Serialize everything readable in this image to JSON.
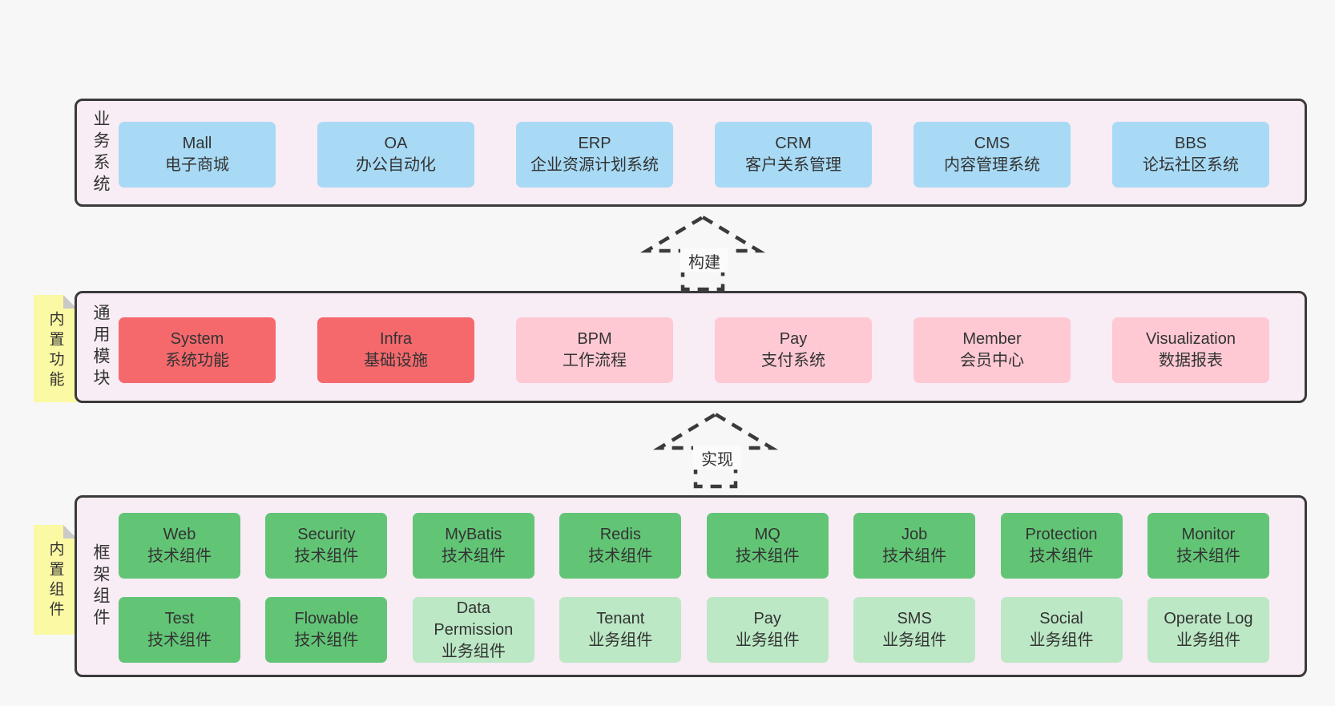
{
  "colors": {
    "page_bg": "#f7f7f7",
    "band_bg": "#f8ecf5",
    "band_border": "#3a3a3a",
    "text": "#333333",
    "blue_box": "#a8daf5",
    "red_box": "#f5696d",
    "pink_box": "#fec9d3",
    "green_box": "#62c576",
    "light_green_box": "#bce8c5",
    "sticky_yellow": "#fbf9a3",
    "sticky_fold": "#c9c9c9"
  },
  "bands": {
    "business": {
      "label": "业务系统",
      "boxes": [
        {
          "en": "Mall",
          "zh": "电子商城",
          "variant": "blue"
        },
        {
          "en": "OA",
          "zh": "办公自动化",
          "variant": "blue"
        },
        {
          "en": "ERP",
          "zh": "企业资源计划系统",
          "variant": "blue"
        },
        {
          "en": "CRM",
          "zh": "客户关系管理",
          "variant": "blue"
        },
        {
          "en": "CMS",
          "zh": "内容管理系统",
          "variant": "blue"
        },
        {
          "en": "BBS",
          "zh": "论坛社区系统",
          "variant": "blue"
        }
      ]
    },
    "modules": {
      "label": "通用模块",
      "sticky": "内置功能",
      "boxes": [
        {
          "en": "System",
          "zh": "系统功能",
          "variant": "red"
        },
        {
          "en": "Infra",
          "zh": "基础设施",
          "variant": "red"
        },
        {
          "en": "BPM",
          "zh": "工作流程",
          "variant": "pink"
        },
        {
          "en": "Pay",
          "zh": "支付系统",
          "variant": "pink"
        },
        {
          "en": "Member",
          "zh": "会员中心",
          "variant": "pink"
        },
        {
          "en": "Visualization",
          "zh": "数据报表",
          "variant": "pink"
        }
      ]
    },
    "components": {
      "label": "框架组件",
      "sticky": "内置组件",
      "row1": [
        {
          "en": "Web",
          "zh": "技术组件",
          "variant": "green"
        },
        {
          "en": "Security",
          "zh": "技术组件",
          "variant": "green"
        },
        {
          "en": "MyBatis",
          "zh": "技术组件",
          "variant": "green"
        },
        {
          "en": "Redis",
          "zh": "技术组件",
          "variant": "green"
        },
        {
          "en": "MQ",
          "zh": "技术组件",
          "variant": "green"
        },
        {
          "en": "Job",
          "zh": "技术组件",
          "variant": "green"
        },
        {
          "en": "Protection",
          "zh": "技术组件",
          "variant": "green"
        },
        {
          "en": "Monitor",
          "zh": "技术组件",
          "variant": "green"
        }
      ],
      "row2": [
        {
          "en": "Test",
          "zh": "技术组件",
          "variant": "green"
        },
        {
          "en": "Flowable",
          "zh": "技术组件",
          "variant": "green"
        },
        {
          "en": "Data Permission",
          "zh": "业务组件",
          "variant": "lightgreen"
        },
        {
          "en": "Tenant",
          "zh": "业务组件",
          "variant": "lightgreen"
        },
        {
          "en": "Pay",
          "zh": "业务组件",
          "variant": "lightgreen"
        },
        {
          "en": "SMS",
          "zh": "业务组件",
          "variant": "lightgreen"
        },
        {
          "en": "Social",
          "zh": "业务组件",
          "variant": "lightgreen"
        },
        {
          "en": "Operate Log",
          "zh": "业务组件",
          "variant": "lightgreen"
        }
      ]
    }
  },
  "arrows": {
    "build": {
      "label": "构建"
    },
    "implement": {
      "label": "实现"
    }
  }
}
